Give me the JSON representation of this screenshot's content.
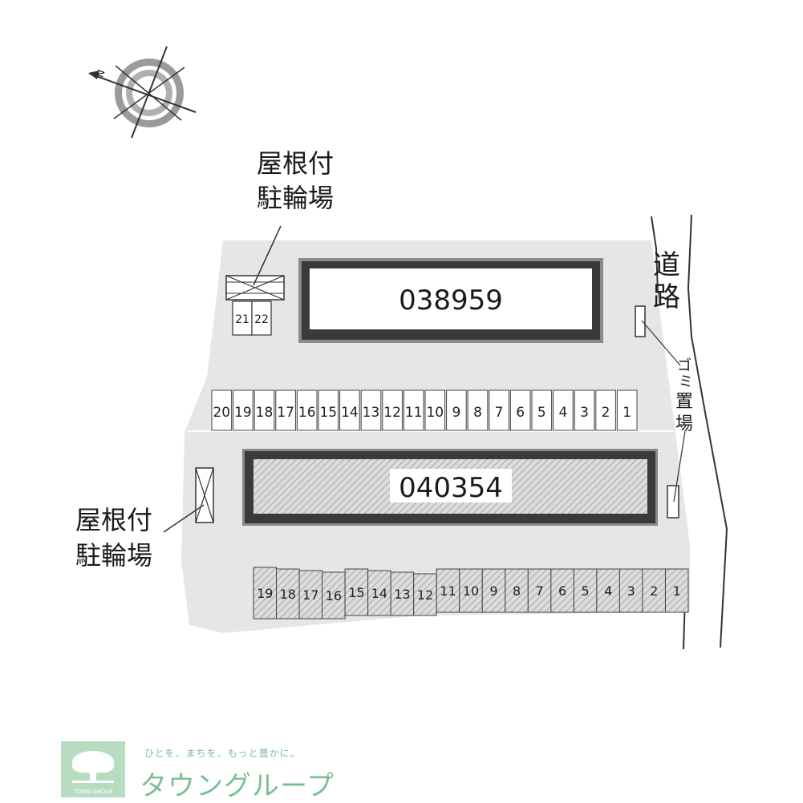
{
  "compass": {
    "label": "N"
  },
  "labels": {
    "bike_shelter_top": [
      "屋根付",
      "駐輪場"
    ],
    "bike_shelter_left": [
      "屋根付",
      "駐輪場"
    ],
    "road": [
      "道",
      "路"
    ],
    "garbage": [
      "ゴ",
      "ミ",
      "置",
      "場"
    ]
  },
  "buildings": {
    "north": {
      "id": "038959"
    },
    "south": {
      "id": "040354"
    }
  },
  "bike_slots_top": [
    "21",
    "22"
  ],
  "parking_north": [
    "20",
    "19",
    "18",
    "17",
    "16",
    "15",
    "14",
    "13",
    "12",
    "11",
    "10",
    "9",
    "8",
    "7",
    "6",
    "5",
    "4",
    "3",
    "2",
    "1"
  ],
  "parking_south": [
    "19",
    "18",
    "17",
    "16",
    "15",
    "14",
    "13",
    "12",
    "11",
    "10",
    "9",
    "8",
    "7",
    "6",
    "5",
    "4",
    "3",
    "2",
    "1"
  ],
  "footer": {
    "tagline": "ひとを、まちを、もっと豊かに。",
    "brand": "タウングループ",
    "logo_sub": "TOWN GROUP"
  },
  "colors": {
    "lot": "#e6e6e6",
    "building_outline": "#3a3a3a",
    "accent": "#7dbf95"
  }
}
